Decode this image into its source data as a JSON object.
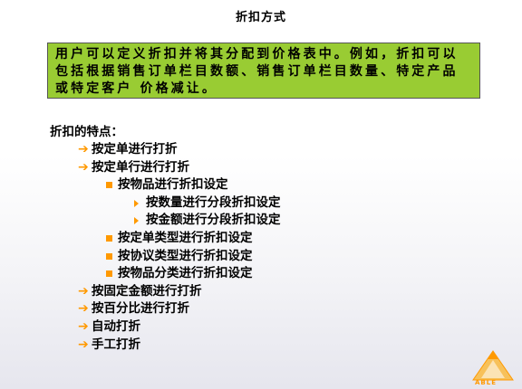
{
  "slide": {
    "title": "折扣方式",
    "callout": "用户可以定义折扣并将其分配到价格表中。例如，折扣可以包括根据销售订单栏目数额、销售订单栏目数量、特定产品或特定客户 价格减让。"
  },
  "features": {
    "heading": "折扣的特点：",
    "items": [
      {
        "level": 1,
        "text": "按定单进行打折"
      },
      {
        "level": 1,
        "text": "按定单行进行打折"
      },
      {
        "level": 2,
        "text": "按物品进行折扣设定"
      },
      {
        "level": 3,
        "text": "按数量进行分段折扣设定"
      },
      {
        "level": 3,
        "text": "按金额进行分段折扣设定"
      },
      {
        "level": 2,
        "text": "按定单类型进行折扣设定"
      },
      {
        "level": 2,
        "text": "按协议类型进行折扣设定"
      },
      {
        "level": 2,
        "text": "按物品分类进行折扣设定"
      },
      {
        "level": 1,
        "text": "按固定金额进行打折"
      },
      {
        "level": 1,
        "text": "按百分比进行打折"
      },
      {
        "level": 1,
        "text": "自动打折"
      },
      {
        "level": 1,
        "text": "手工打折"
      }
    ]
  },
  "icons": {
    "level1": "right-arrow-icon",
    "level2": "square-bullet-icon",
    "level3": "triangle-bullet-icon"
  },
  "colors": {
    "callout_bg": "#99cc33",
    "bullet": "#ff9900",
    "logo": "#ff9900"
  },
  "logo": {
    "text": "ABLE"
  }
}
